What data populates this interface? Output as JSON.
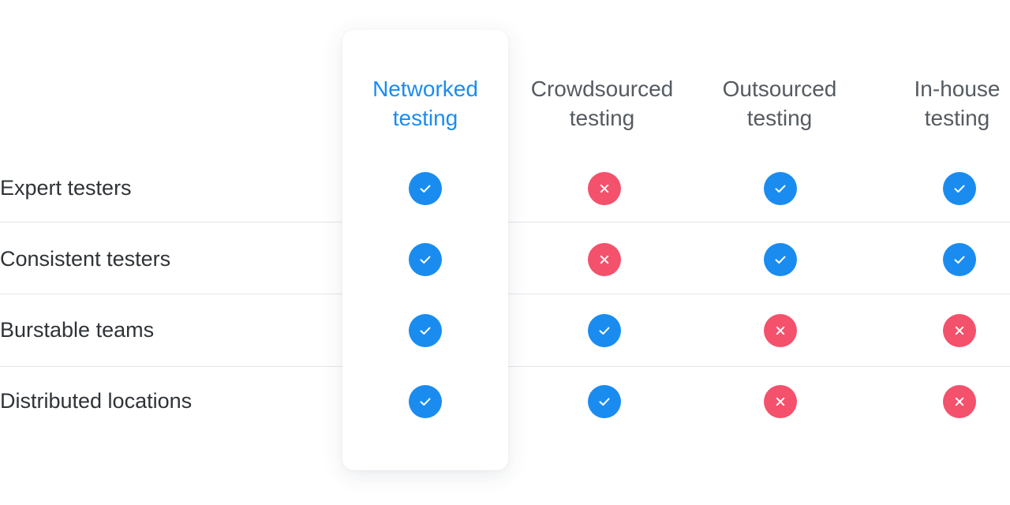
{
  "columns": [
    {
      "line1": "Networked",
      "line2": "testing",
      "featured": true
    },
    {
      "line1": "Crowdsourced",
      "line2": "testing",
      "featured": false
    },
    {
      "line1": "Outsourced",
      "line2": "testing",
      "featured": false
    },
    {
      "line1": "In-house",
      "line2": "testing",
      "featured": false
    }
  ],
  "rows": [
    {
      "label": "Expert testers",
      "values": [
        true,
        false,
        true,
        true
      ]
    },
    {
      "label": "Consistent testers",
      "values": [
        true,
        false,
        true,
        true
      ]
    },
    {
      "label": "Burstable teams",
      "values": [
        true,
        true,
        false,
        false
      ]
    },
    {
      "label": "Distributed locations",
      "values": [
        true,
        true,
        false,
        false
      ]
    }
  ],
  "colors": {
    "accent": "#1a8cf0",
    "negative": "#f4516c",
    "header_text": "#555b61",
    "label_text": "#2f3337"
  },
  "icons": {
    "yes": "check-icon",
    "no": "cross-icon"
  }
}
